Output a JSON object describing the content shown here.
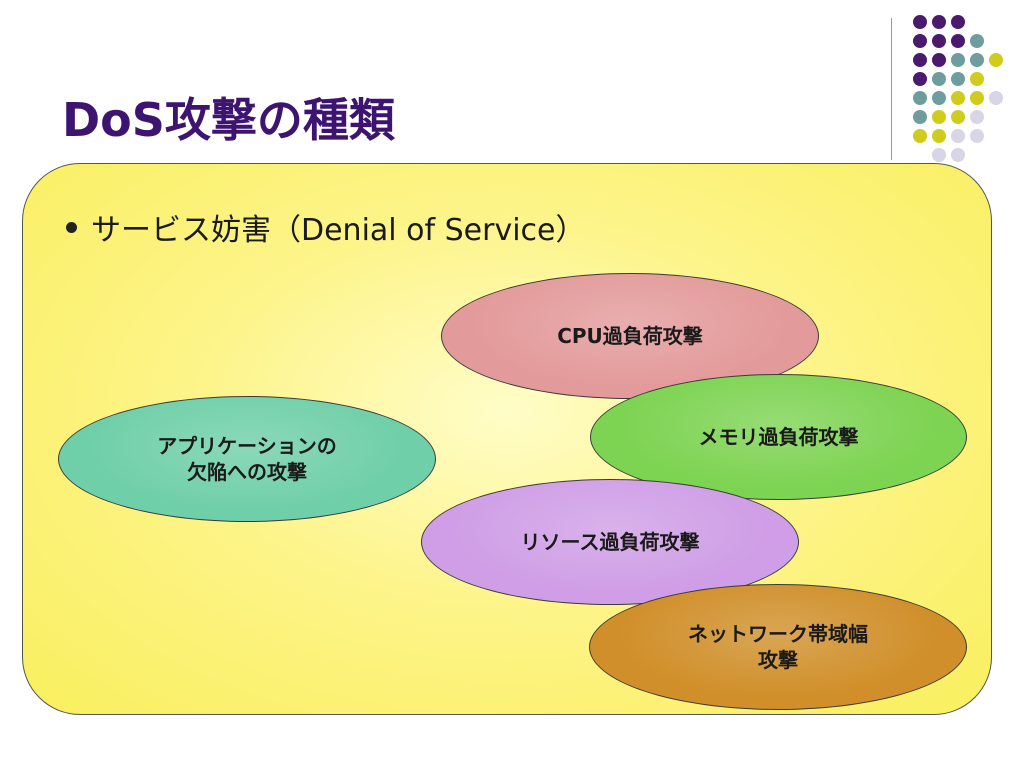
{
  "slide": {
    "title": "DoS攻撃の種類",
    "bullet": "サービス妨害（Denial of Service）",
    "ellipses": [
      {
        "label": "CPU過負荷攻撃",
        "color": "#e39a9a"
      },
      {
        "label": "メモリ過負荷攻撃",
        "color": "#7dd352"
      },
      {
        "label": "アプリケーションの\n欠陥への攻撃",
        "color": "#6fcfa8"
      },
      {
        "label": "リソース過負荷攻撃",
        "color": "#cf9ee6"
      },
      {
        "label": "ネットワーク帯域幅\n攻撃",
        "color": "#d08f2a"
      }
    ]
  },
  "palette": {
    "purple": "#4b1a6e",
    "teal": "#6f9c9c",
    "olive": "#cfcc1e",
    "lavender": "#d7d5e6"
  }
}
